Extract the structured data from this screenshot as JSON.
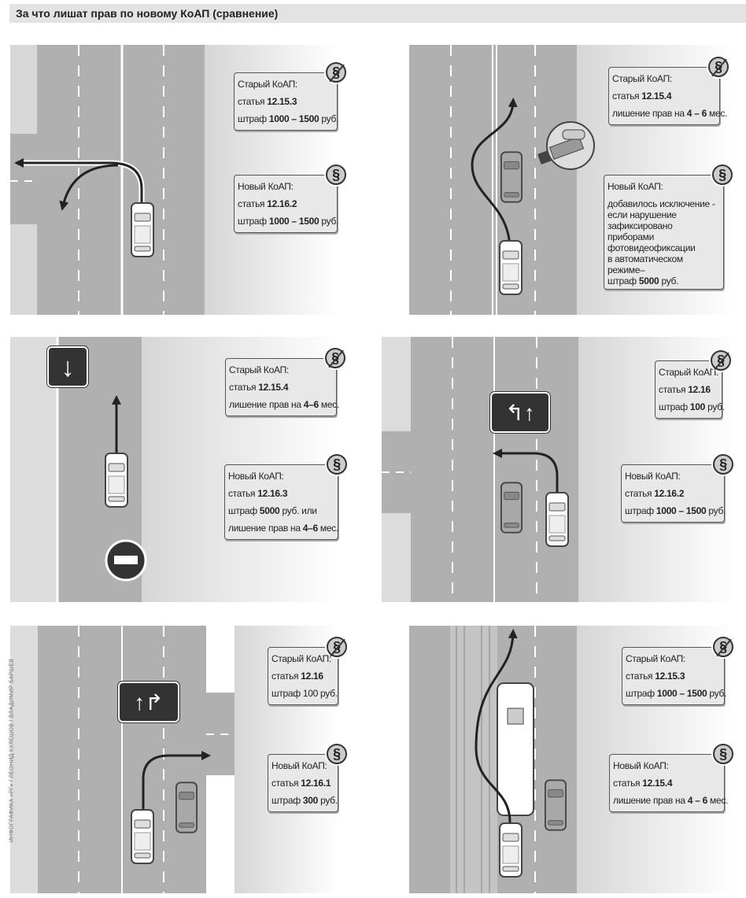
{
  "title": "За что лишат прав по новому КоАП (сравнение)",
  "credit": "ИНФОГРАФИКА «РГ» / ЛЕОНИД КУЛЕШОВ / ВЛАДИМИР БАРШЕВ",
  "badges": {
    "old": "§",
    "new": "§"
  },
  "panels": [
    {
      "old": {
        "h": "Старый КоАП:",
        "l1a": "статья",
        "l1b": "12.15.3",
        "l2a": "штраф",
        "l2b": "1000 – 1500",
        "l2c": "руб."
      },
      "new": {
        "h": "Новый КоАП:",
        "l1a": "статья",
        "l1b": "12.16.2",
        "l2a": "штраф",
        "l2b": "1000 – 1500",
        "l2c": "руб."
      }
    },
    {
      "old": {
        "h": "Старый КоАП:",
        "l1a": "статья",
        "l1b": "12.15.4",
        "l2a": "лишение прав на",
        "l2b": "4 – 6",
        "l2c": "мес."
      },
      "new": {
        "h": "Новый КоАП:",
        "p1": "добавилось исключение -",
        "p2": "если нарушение",
        "p3": "зафиксировано приборами",
        "p4": "фотовидеофиксации",
        "p5": "в автоматическом режиме–",
        "p6a": "штраф",
        "p6b": "5000",
        "p6c": "руб."
      }
    },
    {
      "old": {
        "h": "Старый КоАП:",
        "l1a": "статья",
        "l1b": "12.15.4",
        "l2a": "лишение прав на",
        "l2b": "4–6",
        "l2c": "мес."
      },
      "new": {
        "h": "Новый КоАП:",
        "l1a": "статья",
        "l1b": "12.16.3",
        "l2a": "штраф",
        "l2b": "5000",
        "l2c": "руб. или",
        "l3a": "лишение прав на",
        "l3b": "4–6",
        "l3c": "мес."
      }
    },
    {
      "old": {
        "h": "Старый КоАП:",
        "l1a": "статья",
        "l1b": "12.16",
        "l2a": "штраф",
        "l2b": "100",
        "l2c": "руб."
      },
      "new": {
        "h": "Новый КоАП:",
        "l1a": "статья",
        "l1b": "12.16.2",
        "l2a": "штраф",
        "l2b": "1000 – 1500",
        "l2c": "руб."
      }
    },
    {
      "old": {
        "h": "Старый КоАП:",
        "l1a": "статья",
        "l1b": "12.16",
        "l2a": "штраф",
        "l2b": "",
        "l2c": "100 руб."
      },
      "new": {
        "h": "Новый КоАП:",
        "l1a": "статья",
        "l1b": "12.16.1",
        "l2a": "штраф",
        "l2b": "300",
        "l2c": "руб."
      }
    },
    {
      "old": {
        "h": "Старый КоАП:",
        "l1a": "статья",
        "l1b": "12.15.3",
        "l2a": "штраф",
        "l2b": "1000 – 1500",
        "l2c": "руб."
      },
      "new": {
        "h": "Новый КоАП:",
        "l1a": "статья",
        "l1b": "12.15.4",
        "l2a": "лишение прав на",
        "l2b": "4 – 6",
        "l2c": "мес."
      }
    }
  ]
}
